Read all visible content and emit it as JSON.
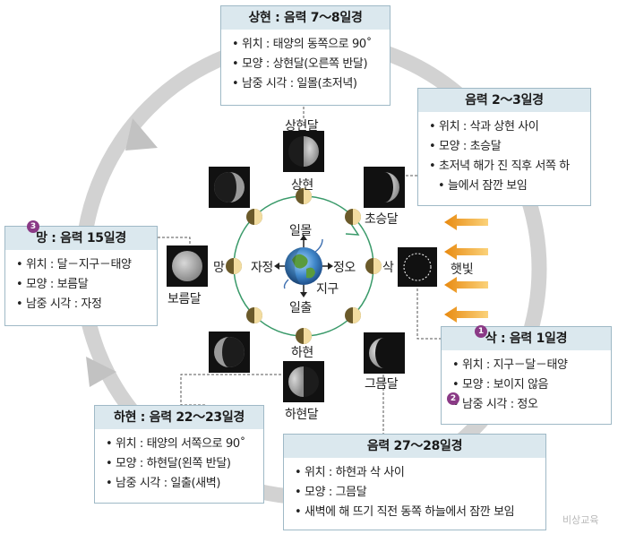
{
  "boxes": {
    "first_quarter": {
      "title": "상현 : 음력 7～8일경",
      "items": [
        "위치 : 태양의 동쪽으로 90˚",
        "모양 : 상현달(오른쪽 반달)",
        "남중 시각 : 일몰(초저녁)"
      ]
    },
    "crescent": {
      "title": "음력 2～3일경",
      "items": [
        "위치 : 삭과 상현 사이",
        "모양 : 초승달",
        "초저녁 해가 진 직후 서쪽 하",
        "늘에서 잠깐 보임"
      ]
    },
    "full": {
      "title": "망 : 음력 15일경",
      "badge": "3",
      "items": [
        "위치 : 달－지구－태양",
        "모양 : 보름달",
        "남중 시각 : 자정"
      ]
    },
    "new": {
      "title": "삭 : 음력 1일경",
      "badge": "1",
      "badge2": "2",
      "items": [
        "위치 : 지구－달－태양",
        "모양 : 보이지 않음",
        "남중 시각 : 정오"
      ]
    },
    "last_quarter": {
      "title": "하현 : 음력 22～23일경",
      "items": [
        "위치 : 태양의 서쪽으로 90˚",
        "모양 : 하현달(왼쪽 반달)",
        "남중 시각 : 일출(새벽)"
      ]
    },
    "waning_crescent": {
      "title": "음력 27～28일경",
      "items": [
        "위치 : 하현과 삭 사이",
        "모양 : 그믐달",
        "새벽에 해 뜨기 직전 동쪽 하늘에서 잠깐 보임"
      ]
    }
  },
  "labels": {
    "first_quarter_moon": "상현달",
    "first_quarter_pos": "상현",
    "crescent_moon": "초승달",
    "full_moon": "보름달",
    "full_pos": "망",
    "new_pos": "삭",
    "last_quarter_pos": "하현",
    "last_quarter_moon": "하현달",
    "waning_crescent_moon": "그믐달",
    "sunlight": "햇빛"
  },
  "earth": {
    "sunset": "일몰",
    "midnight": "자정",
    "noon": "정오",
    "earth": "지구",
    "sunrise": "일출"
  },
  "watermark": "비상교육",
  "colors": {
    "header_bg": "#dbe8ee",
    "box_border": "#9fb9c6",
    "orbit": "#3a9a6a",
    "arrow_orange": "#f0a020",
    "badge": "#8a3a86",
    "big_ring": "#cfcfcf"
  }
}
